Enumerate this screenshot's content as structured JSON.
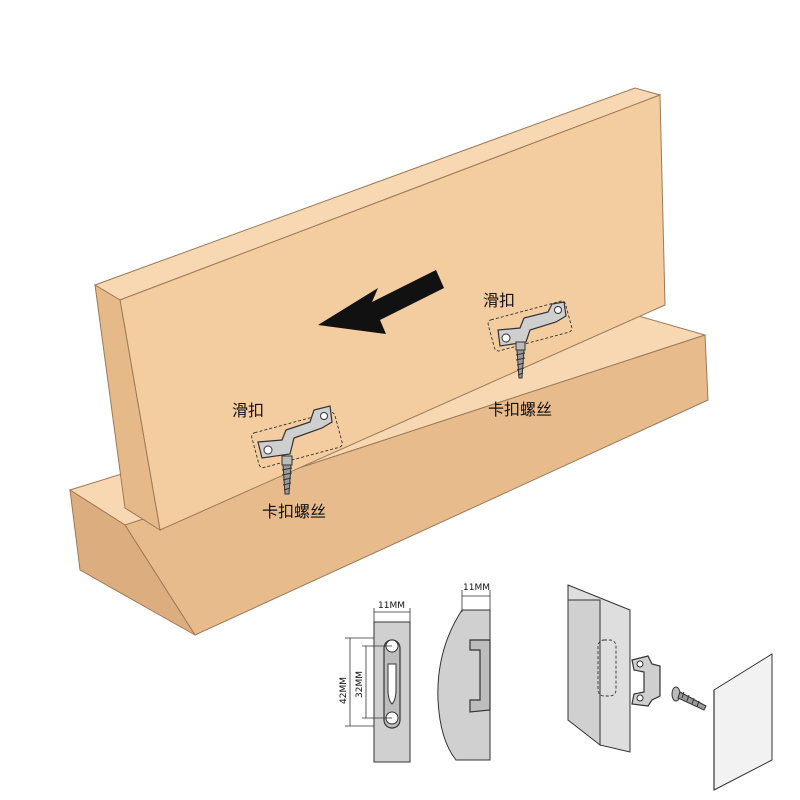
{
  "labels": {
    "slide_clip_top": "滑扣",
    "clip_screw_top": "卡扣螺丝",
    "slide_clip_bottom": "滑扣",
    "clip_screw_bottom": "卡扣螺丝"
  },
  "dimensions": {
    "width_front": "11MM",
    "width_side": "11MM",
    "height_outer": "42MM",
    "height_inner": "32MM"
  },
  "colors": {
    "wood_face": "#f2c99c",
    "wood_top": "#f7d8b2",
    "wood_side": "#e3b586",
    "metal": "#c9c9c9",
    "arrow": "#111111",
    "line_art_fill": "#d0d0d0"
  }
}
